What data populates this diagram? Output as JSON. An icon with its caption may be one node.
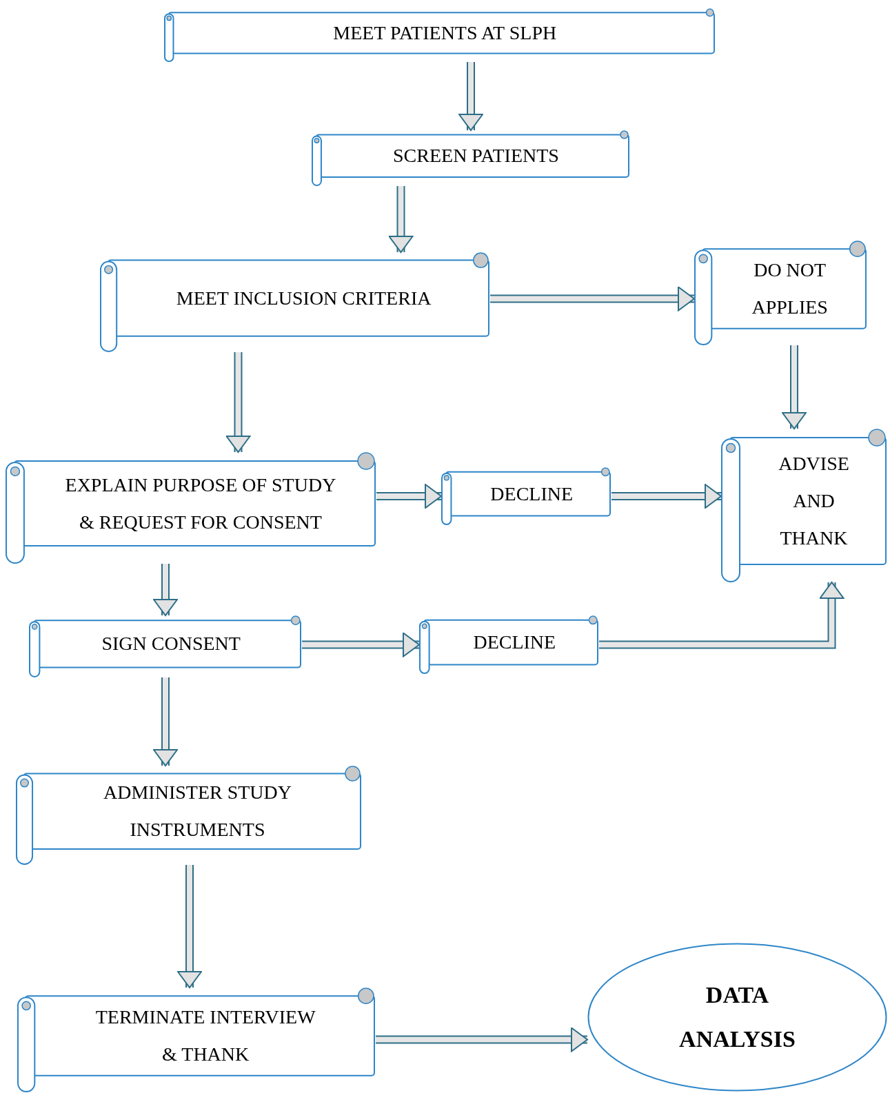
{
  "diagram": {
    "nodes": [
      {
        "text": [
          "MEET PATIENTS AT SLPH"
        ]
      },
      {
        "text": [
          "SCREEN PATIENTS"
        ]
      },
      {
        "text": [
          "MEET INCLUSION CRITERIA"
        ]
      },
      {
        "text": [
          "DO NOT APPLIES"
        ]
      },
      {
        "text": [
          "EXPLAIN PURPOSE OF STUDY & REQUEST FOR CONSENT"
        ]
      },
      {
        "text": [
          "DECLINE"
        ]
      },
      {
        "text": [
          "ADVISE AND THANK"
        ]
      },
      {
        "text": [
          "SIGN CONSENT"
        ]
      },
      {
        "text": [
          "DECLINE"
        ]
      },
      {
        "text": [
          "ADMINISTER STUDY INSTRUMENTS"
        ]
      },
      {
        "text": [
          "TERMINATE INTERVIEW & THANK"
        ]
      },
      {
        "text": [
          "DATA ANALYSIS"
        ]
      }
    ],
    "edges": [
      {
        "from": 0,
        "to": 1,
        "arrow": "to"
      },
      {
        "from": 1,
        "to": 2,
        "arrow": "to"
      },
      {
        "from": 2,
        "to": 3,
        "arrow": "to"
      },
      {
        "from": 2,
        "to": 4,
        "arrow": "to"
      },
      {
        "from": 3,
        "to": 6,
        "arrow": "to"
      },
      {
        "from": 4,
        "to": 5,
        "arrow": "to"
      },
      {
        "from": 5,
        "to": 6,
        "arrow": "to"
      },
      {
        "from": 4,
        "to": 7,
        "arrow": "to"
      },
      {
        "from": 7,
        "to": 8,
        "arrow": "to"
      },
      {
        "from": 8,
        "to": 6,
        "arrow": "to"
      },
      {
        "from": 7,
        "to": 9,
        "arrow": "to"
      },
      {
        "from": 9,
        "to": 10,
        "arrow": "to"
      },
      {
        "from": 10,
        "to": 11,
        "arrow": "to"
      }
    ]
  }
}
